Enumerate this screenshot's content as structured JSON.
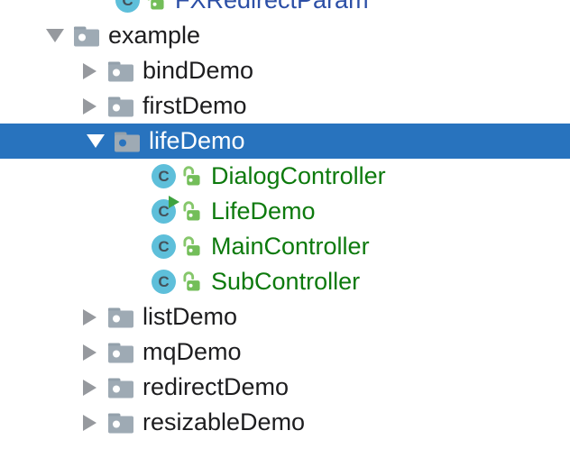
{
  "colors": {
    "selection_blue": "#2873be",
    "class_name_green": "#0d7a0d",
    "top_item_blue": "#2c4fa6",
    "folder_gray": "#9eaab4",
    "class_circle_teal": "#5ebfda",
    "lock_green": "#73be59",
    "run_arrow_green": "#3fa23f",
    "chevron_gray": "#96999e"
  },
  "icons": {
    "class_icon_letter": "C"
  },
  "tree": {
    "items": [
      {
        "label": "FXRedirectParam",
        "kind": "class",
        "clipped": true
      },
      {
        "label": "example",
        "kind": "package",
        "state": "expanded"
      },
      {
        "label": "bindDemo",
        "kind": "package",
        "state": "collapsed"
      },
      {
        "label": "firstDemo",
        "kind": "package",
        "state": "collapsed"
      },
      {
        "label": "lifeDemo",
        "kind": "package",
        "state": "expanded",
        "selected": true
      },
      {
        "label": "DialogController",
        "kind": "class"
      },
      {
        "label": "LifeDemo",
        "kind": "class",
        "runnable": true
      },
      {
        "label": "MainController",
        "kind": "class"
      },
      {
        "label": "SubController",
        "kind": "class"
      },
      {
        "label": "listDemo",
        "kind": "package",
        "state": "collapsed"
      },
      {
        "label": "mqDemo",
        "kind": "package",
        "state": "collapsed"
      },
      {
        "label": "redirectDemo",
        "kind": "package",
        "state": "collapsed"
      },
      {
        "label": "resizableDemo",
        "kind": "package",
        "state": "collapsed"
      }
    ]
  }
}
